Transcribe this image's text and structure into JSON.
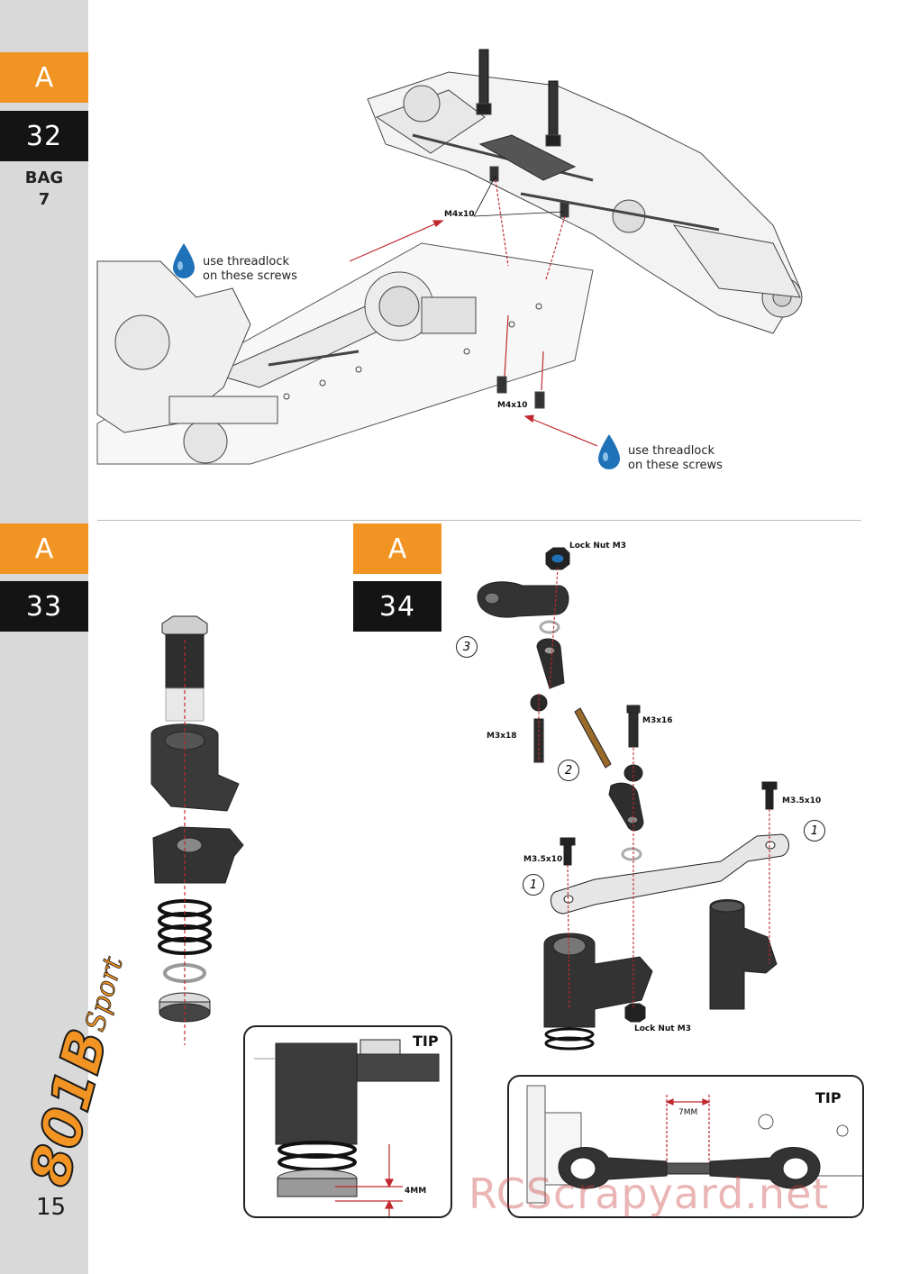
{
  "sidebar": {
    "step32": {
      "letter": "A",
      "number": "32"
    },
    "bag": {
      "line1": "BAG",
      "line2": "7"
    },
    "step33": {
      "letter": "A",
      "number": "33"
    },
    "page_number": "15",
    "brand_logo_text": "801B Sport"
  },
  "step34": {
    "letter": "A",
    "number": "34"
  },
  "step32_callouts": {
    "screw_top": "M4x10",
    "screw_bottom": "M4x10",
    "threadlock_left": {
      "line1": "use threadlock",
      "line2": "on these screws"
    },
    "threadlock_right": {
      "line1": "use threadlock",
      "line2": "on these screws"
    }
  },
  "step34_callouts": {
    "lock_nut_top": "Lock Nut M3",
    "lock_nut_bottom": "Lock Nut M3",
    "m3x18": "M3x18",
    "m3x16": "M3x16",
    "m35x10_right": "M3.5x10",
    "m35x10_left": "M3.5x10",
    "num3": "3",
    "num2": "2",
    "num1_right": "1",
    "num1_left": "1"
  },
  "tips": {
    "tip_left": {
      "label": "TIP",
      "measure": "4MM"
    },
    "tip_right": {
      "label": "TIP",
      "measure": "7MM"
    }
  },
  "watermark": "RCScrapyard.net",
  "colors": {
    "orange": "#f29423",
    "dark": "#141414",
    "sidebar": "#d9d9d9",
    "guide": "#c0282d",
    "drop": "#1f72b8"
  }
}
